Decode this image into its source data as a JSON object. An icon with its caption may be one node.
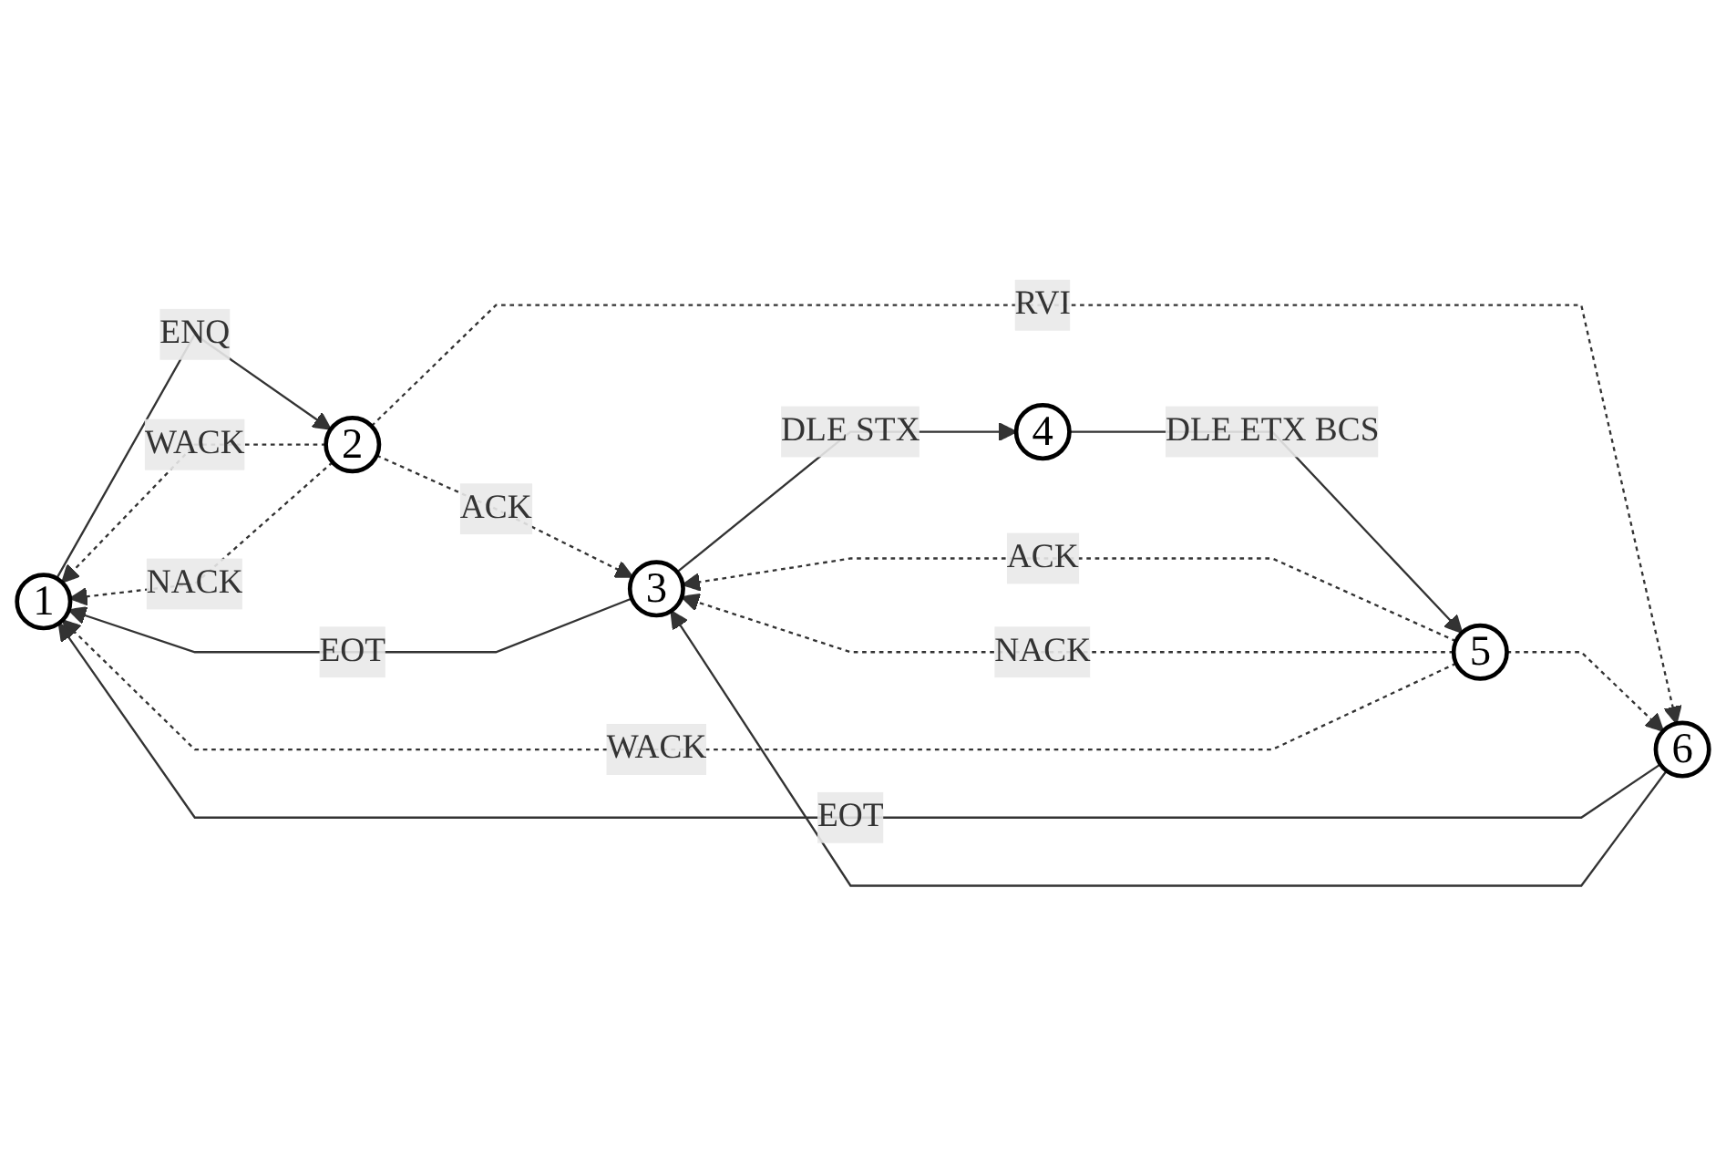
{
  "diagram": {
    "nodes": [
      {
        "text": [
          "1"
        ]
      },
      {
        "text": [
          "2"
        ]
      },
      {
        "text": [
          "3"
        ]
      },
      {
        "text": [
          "4"
        ]
      },
      {
        "text": [
          "5"
        ]
      },
      {
        "text": [
          "6"
        ]
      }
    ],
    "edges": [
      {
        "from": 2,
        "to": 0,
        "arrow": "to",
        "label": "EOT"
      },
      {
        "from": 0,
        "to": 1,
        "arrow": "to",
        "label": "ENQ"
      },
      {
        "from": 1,
        "to": 0,
        "arrow": "to",
        "label": "WACK",
        "style": "dashed"
      },
      {
        "from": 1,
        "to": 0,
        "arrow": "to",
        "label": "NACK",
        "style": "dashed"
      },
      {
        "from": 1,
        "to": 2,
        "arrow": "to",
        "label": "ACK",
        "style": "dashed"
      },
      {
        "from": 4,
        "to": 2,
        "arrow": "to",
        "label": "ACK",
        "style": "dashed"
      },
      {
        "from": 4,
        "to": 2,
        "arrow": "to",
        "label": "NACK",
        "style": "dashed"
      },
      {
        "from": 2,
        "to": 3,
        "arrow": "to",
        "label": "DLE STX"
      },
      {
        "from": 3,
        "to": 4,
        "arrow": "to",
        "label": "DLE ETX BCS"
      },
      {
        "from": 4,
        "to": 0,
        "arrow": "to",
        "label": "WACK",
        "style": "dashed"
      },
      {
        "from": 1,
        "to": 5,
        "arrow": "to",
        "label": "RVI",
        "style": "dashed"
      },
      {
        "from": 4,
        "to": 5,
        "arrow": "to",
        "style": "dashed"
      },
      {
        "from": 5,
        "to": 0,
        "arrow": "to",
        "label": "EOT"
      },
      {
        "from": 5,
        "to": 2,
        "arrow": "to"
      }
    ]
  }
}
